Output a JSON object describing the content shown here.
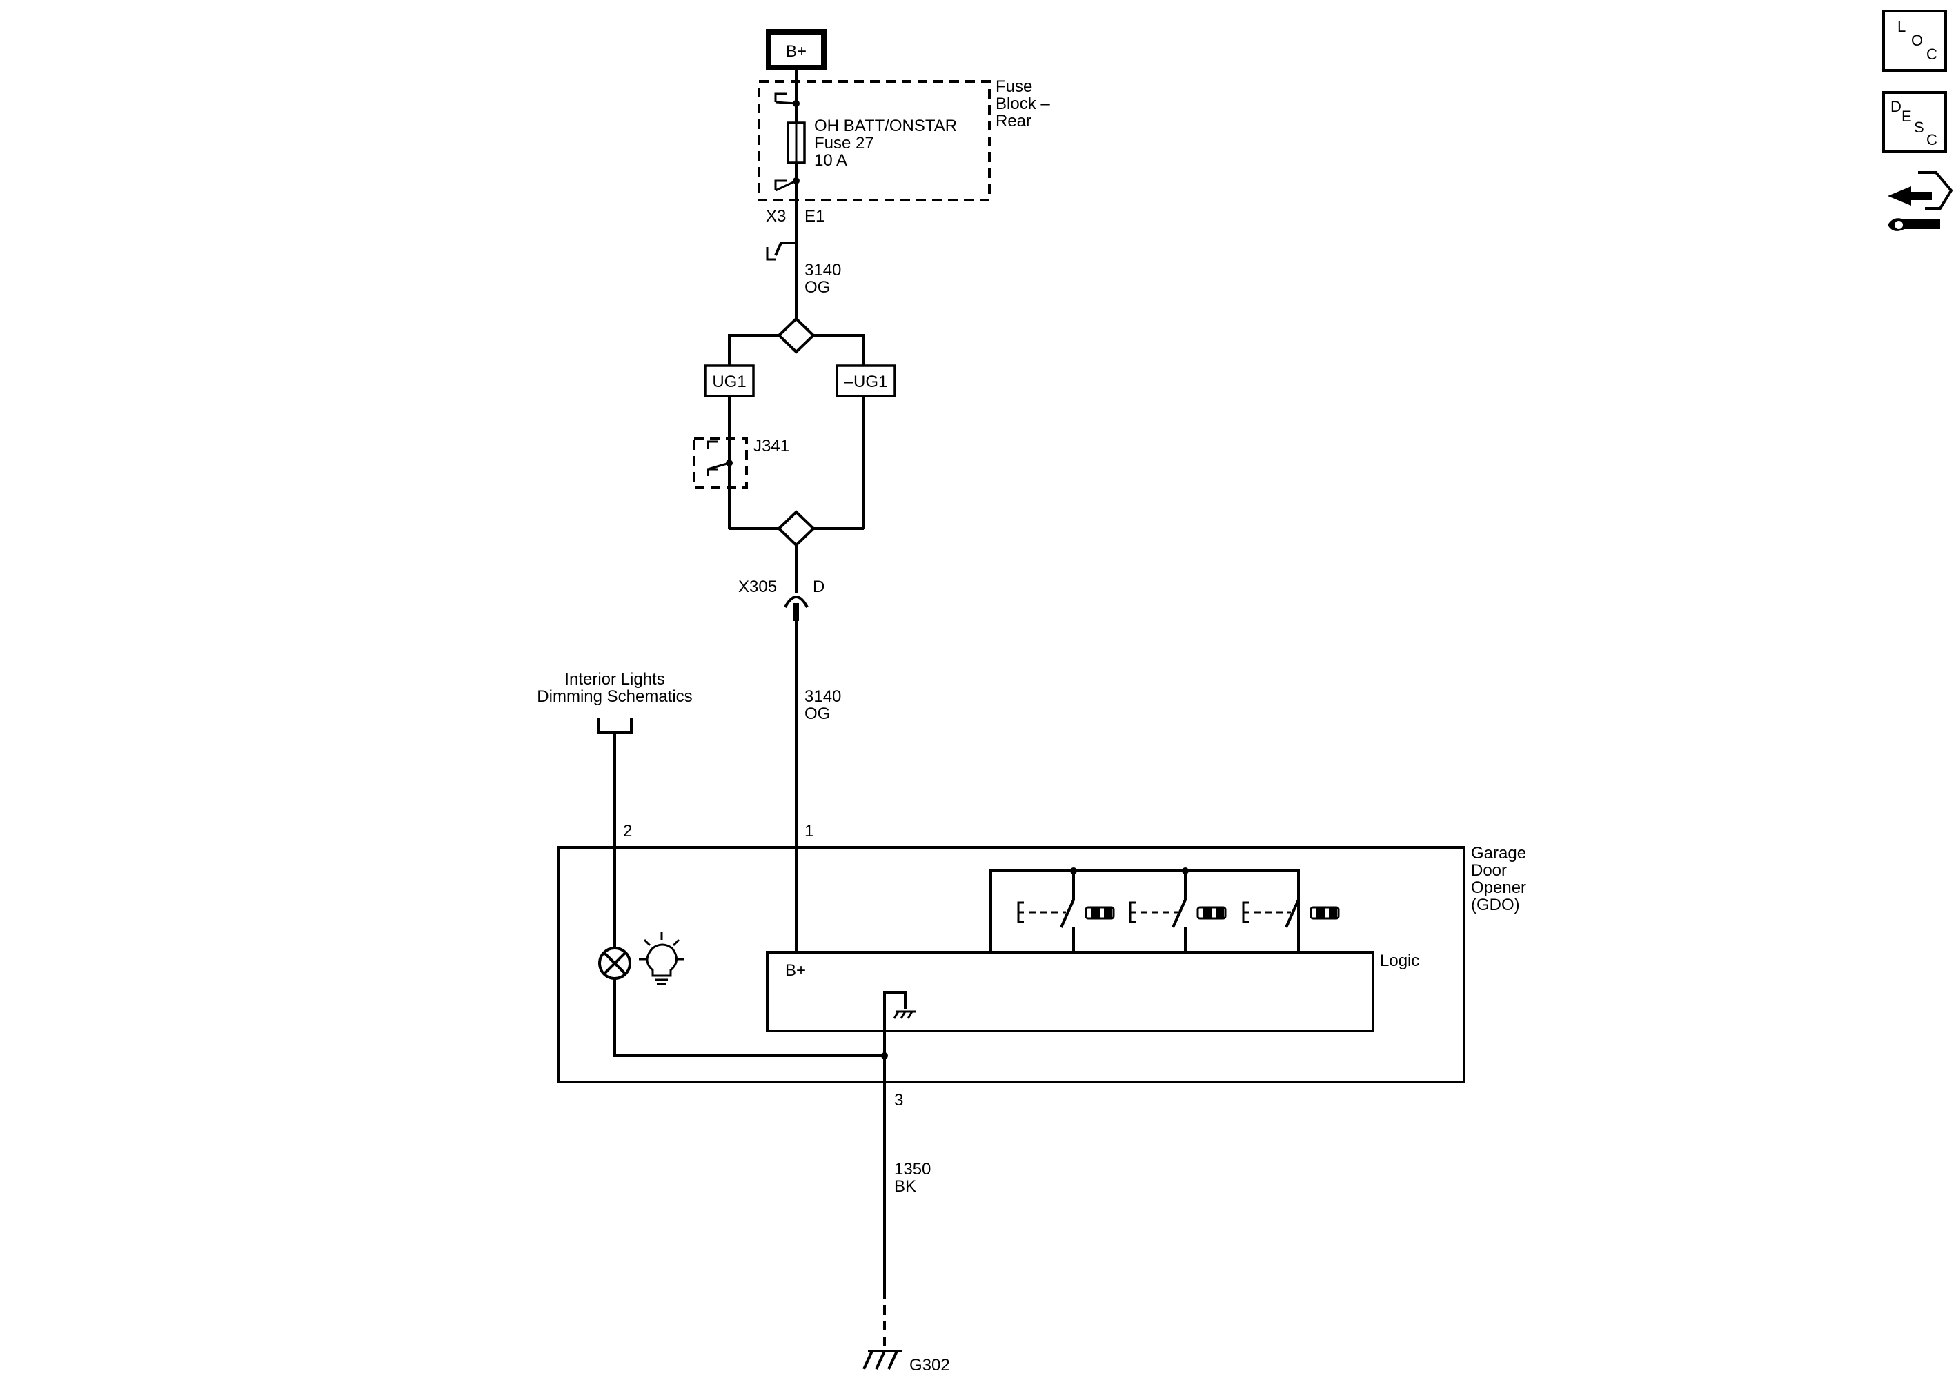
{
  "power": {
    "source": "B+"
  },
  "fuse_block": {
    "name_line1": "Fuse",
    "name_line2": "Block –",
    "name_line3": "Rear",
    "fuse_line1": "OH BATT/ONSTAR",
    "fuse_line2": "Fuse 27",
    "fuse_line3": "10 A"
  },
  "connector_top": {
    "name": "X3",
    "pin": "E1"
  },
  "wire_top": {
    "circuit": "3140",
    "color": "OG"
  },
  "options": {
    "left": "UG1",
    "right": "–UG1"
  },
  "jumper": {
    "name": "J341"
  },
  "connector_mid": {
    "name": "X305",
    "pin": "D"
  },
  "wire_mid": {
    "circuit": "3140",
    "color": "OG"
  },
  "reference": {
    "line1": "Interior Lights",
    "line2": "Dimming Schematics"
  },
  "gdo": {
    "name_line1": "Garage",
    "name_line2": "Door",
    "name_line3": "Opener",
    "name_line4": "(GDO)",
    "pin_dimming": "2",
    "pin_power": "1",
    "pin_ground": "3",
    "logic_label": "Logic",
    "logic_power": "B+"
  },
  "wire_ground": {
    "circuit": "1350",
    "color": "BK"
  },
  "ground": {
    "name": "G302"
  },
  "side_buttons": {
    "loc": {
      "l1": "L",
      "l2": "O",
      "l3": "C"
    },
    "desc": {
      "l1": "D",
      "l2": "E",
      "l3": "S",
      "l4": "C"
    }
  }
}
